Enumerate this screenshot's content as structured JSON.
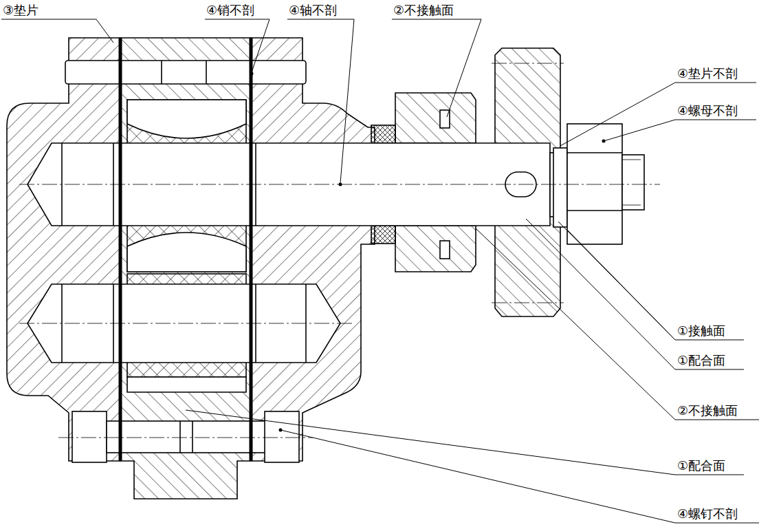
{
  "diagram": {
    "labels": [
      "③垫片",
      "④销不剖",
      "④轴不剖",
      "②不接触面",
      "④垫片不剖",
      "④螺母不剖",
      "①接触面",
      "①配合面",
      "②不接触面",
      "①配合面",
      "④螺钉不剖"
    ]
  }
}
